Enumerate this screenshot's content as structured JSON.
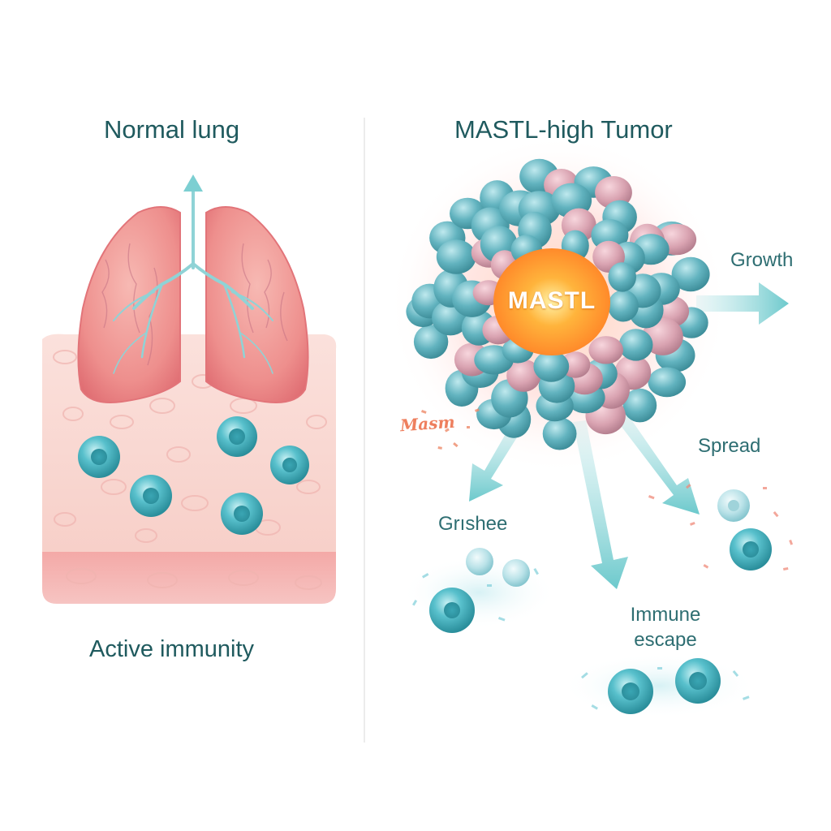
{
  "panels": {
    "left": {
      "title": "Normal lung",
      "caption": "Active immunity"
    },
    "right": {
      "title": "MASTL-high Tumor",
      "core_label": "MASTL",
      "debris_label": "Masт",
      "labels": {
        "growth": "Growth",
        "spread": "Spread",
        "grishee": "Grıshee",
        "immune_escape_line1": "Immune",
        "immune_escape_line2": "escape"
      }
    }
  },
  "colors": {
    "title_text": "#1f5a5e",
    "immune_cell": "#4fb9c6",
    "lung": "#ec8a8a",
    "tissue": "#f6c9c4",
    "tumor_core": "#ff9a1f",
    "arrow": "#7ccfd2"
  }
}
